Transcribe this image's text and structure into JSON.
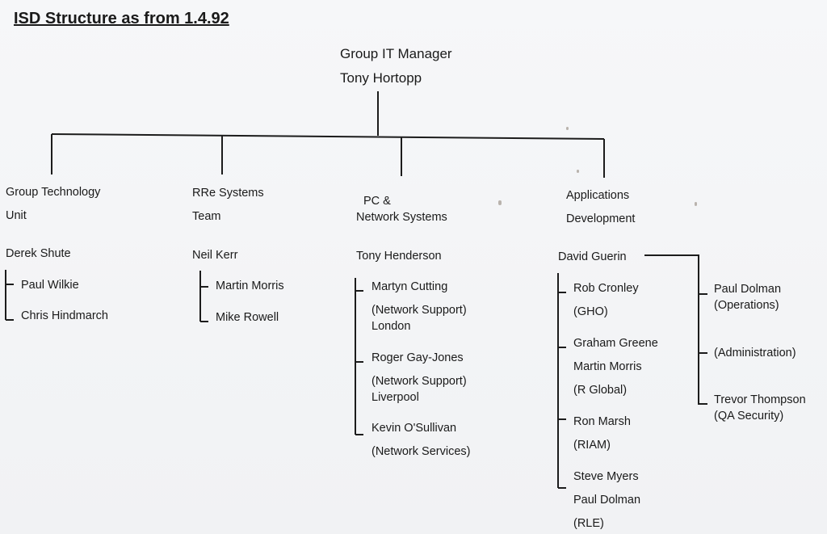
{
  "title": "ISD Structure as from 1.4.92",
  "top": {
    "role": "Group IT Manager",
    "name": "Tony Hortopp"
  },
  "units": {
    "gtu": {
      "name_line1": "Group Technology",
      "name_line2": "Unit",
      "head": "Derek Shute",
      "members": [
        "Paul Wilkie",
        "Chris Hindmarch"
      ]
    },
    "rre": {
      "name_line1": "RRe Systems",
      "name_line2": "Team",
      "head": "Neil Kerr",
      "members": [
        "Martin Morris",
        "Mike Rowell"
      ]
    },
    "pcn": {
      "name_line1": "PC &",
      "name_line2": "Network Systems",
      "head": "Tony Henderson",
      "members": [
        {
          "name": "Martyn Cutting",
          "note1": "(Network Support)",
          "note2": "London"
        },
        {
          "name": "Roger Gay-Jones",
          "note1": "(Network Support)",
          "note2": "Liverpool"
        },
        {
          "name": "Kevin O'Sullivan",
          "note1": "(Network Services)"
        }
      ]
    },
    "appdev": {
      "name_line1": "Applications",
      "name_line2": "Development",
      "head": "David Guerin",
      "members": [
        {
          "name": "Rob Cronley",
          "note1": "(GHO)"
        },
        {
          "name": "Graham Greene",
          "name2": "Martin Morris",
          "note1": "(R Global)"
        },
        {
          "name": "Ron Marsh",
          "note1": "(RIAM)"
        },
        {
          "name": "Steve Myers",
          "name2": "Paul Dolman",
          "note1": "(RLE)"
        }
      ],
      "side": [
        {
          "name": "Paul Dolman",
          "note1": "(Operations)"
        },
        {
          "note1": "(Administration)"
        },
        {
          "name": "Trevor Thompson",
          "note1": "(QA Security)"
        }
      ]
    }
  }
}
